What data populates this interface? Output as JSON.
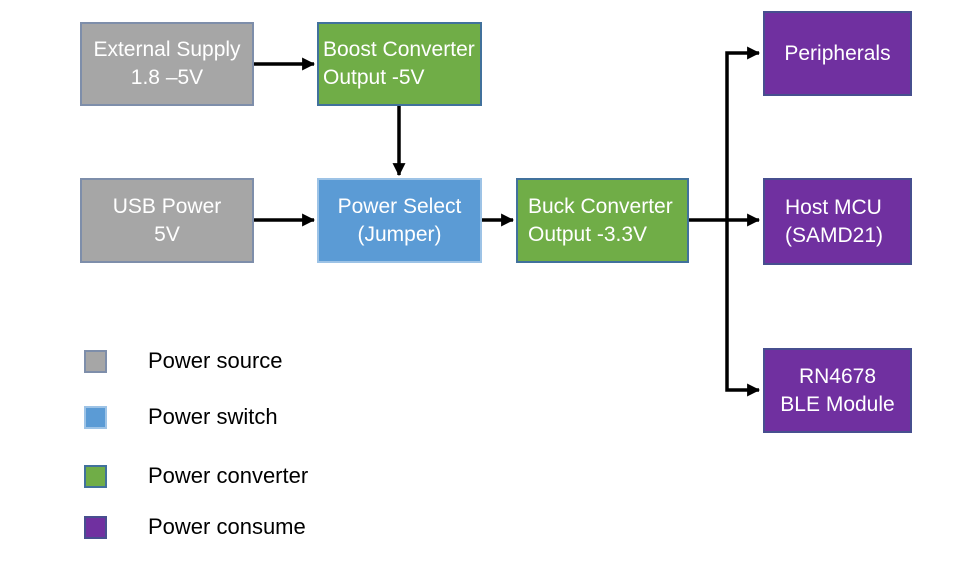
{
  "colors": {
    "source_fill": "#a6a6a6",
    "source_border": "#7e8eaa",
    "switch_fill": "#5b9bd5",
    "switch_border": "#9dc3e6",
    "converter_fill": "#70ad47",
    "converter_border": "#41719c",
    "consumer_fill": "#7030a0",
    "consumer_border": "#474f8f",
    "arrow_color": "#000000"
  },
  "nodes": {
    "external_supply": {
      "line1": "External Supply",
      "line2": "1.8 –5V"
    },
    "boost_converter": {
      "line1": "Boost Converter",
      "line2": "Output -5V"
    },
    "usb_power": {
      "line1": "USB Power",
      "line2": "5V"
    },
    "power_select": {
      "line1": "Power Select",
      "line2": "(Jumper)"
    },
    "buck_converter": {
      "line1": "Buck Converter",
      "line2": "Output -3.3V"
    },
    "peripherals": {
      "line1": "Peripherals"
    },
    "host_mcu": {
      "line1": "Host MCU",
      "line2": "(SAMD21)"
    },
    "ble_module": {
      "line1": "RN4678",
      "line2": "BLE Module"
    }
  },
  "legend": {
    "items": [
      {
        "label": "Power source",
        "type": "source"
      },
      {
        "label": "Power switch",
        "type": "switch"
      },
      {
        "label": "Power converter",
        "type": "converter"
      },
      {
        "label": "Power consume",
        "type": "consumer"
      }
    ]
  }
}
